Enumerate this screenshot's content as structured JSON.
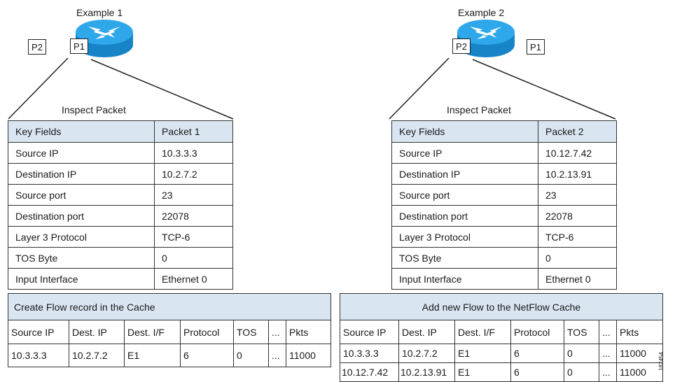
{
  "example1": {
    "title": "Example 1",
    "ports": [
      "P2",
      "P1"
    ],
    "inspect_label": "Inspect Packet",
    "table_header": [
      "Key Fields",
      "Packet 1"
    ],
    "rows": [
      [
        "Source IP",
        "10.3.3.3"
      ],
      [
        "Destination IP",
        "10.2.7.2"
      ],
      [
        "Source port",
        "23"
      ],
      [
        "Destination port",
        "22078"
      ],
      [
        "Layer 3 Protocol",
        "TCP-6"
      ],
      [
        "TOS Byte",
        "0"
      ],
      [
        "Input Interface",
        "Ethernet 0"
      ]
    ],
    "cache_title": "Create Flow record in the Cache",
    "cache_columns": [
      "Source IP",
      "Dest. IP",
      "Dest. I/F",
      "Protocol",
      "TOS",
      "...",
      "Pkts"
    ],
    "cache_rows": [
      [
        "10.3.3.3",
        "10.2.7.2",
        "E1",
        "6",
        "0",
        "...",
        "11000"
      ]
    ]
  },
  "example2": {
    "title": "Example 2",
    "ports": [
      "P2",
      "P1"
    ],
    "inspect_label": "Inspect Packet",
    "table_header": [
      "Key Fields",
      "Packet 2"
    ],
    "rows": [
      [
        "Source IP",
        "10.12.7.42"
      ],
      [
        "Destination IP",
        "10.2.13.91"
      ],
      [
        "Source port",
        "23"
      ],
      [
        "Destination port",
        "22078"
      ],
      [
        "Layer 3 Protocol",
        "TCP-6"
      ],
      [
        "TOS Byte",
        "0"
      ],
      [
        "Input Interface",
        "Ethernet 0"
      ]
    ],
    "cache_title": "Add new Flow to the NetFlow Cache",
    "cache_columns": [
      "Source IP",
      "Dest. IP",
      "Dest. I/F",
      "Protocol",
      "TOS",
      "...",
      "Pkts"
    ],
    "cache_rows": [
      [
        "10.3.3.3",
        "10.2.7.2",
        "E1",
        "6",
        "0",
        "...",
        "11000"
      ],
      [
        "10.12.7.42",
        "10.2.13.91",
        "E1",
        "6",
        "0",
        "...",
        "11000"
      ]
    ]
  },
  "figure_id": "187454",
  "colors": {
    "router_blue": "#1e9be0",
    "header_blue": "#d9e6f2"
  }
}
